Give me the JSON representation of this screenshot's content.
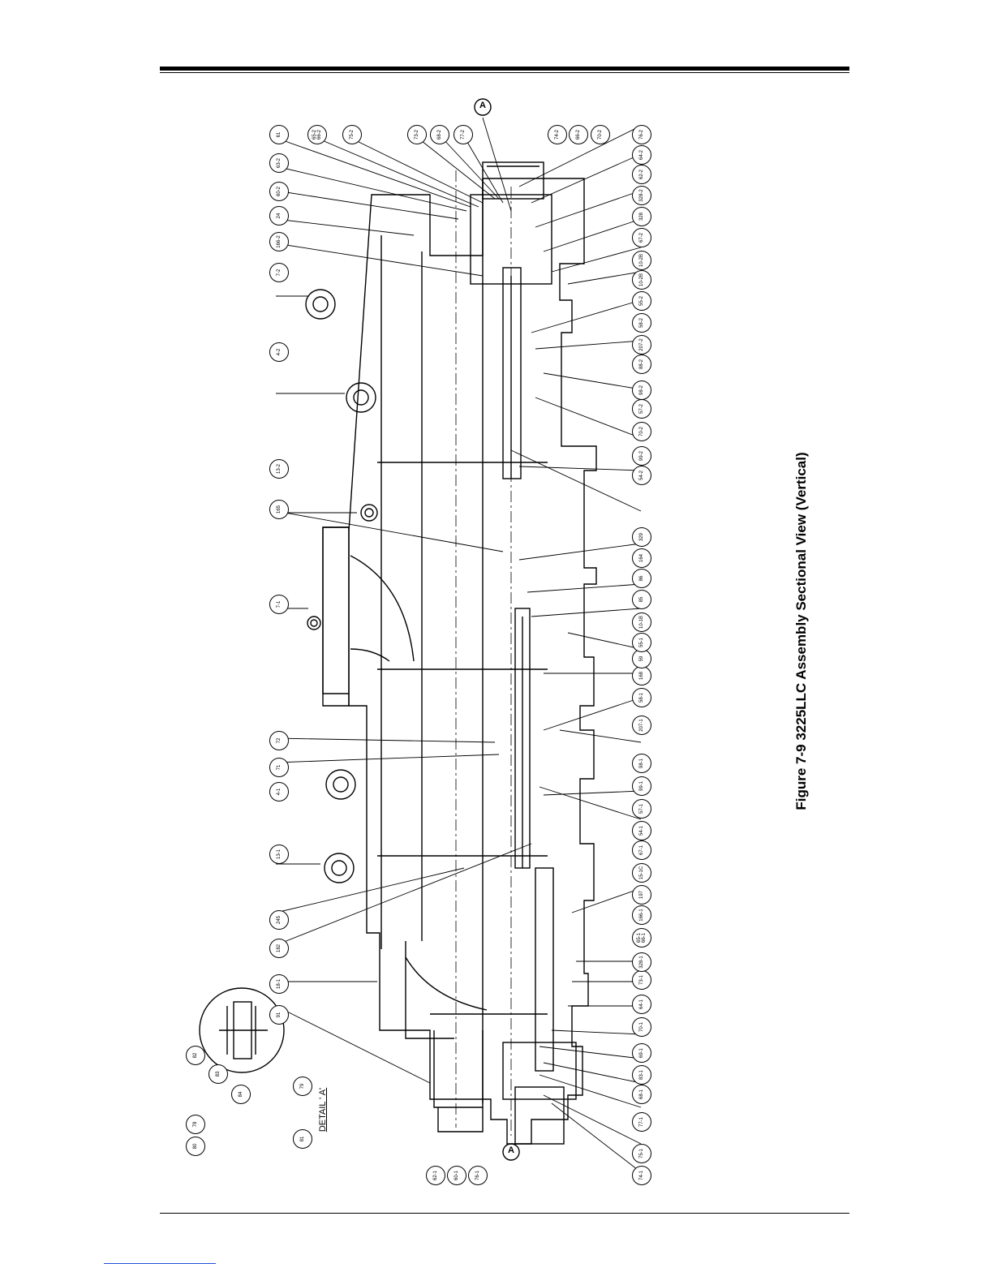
{
  "figure": {
    "caption": "Figure 7-9 3225LLC Assembly Sectional View (Vertical)",
    "detail_title": "DETAIL ' A'",
    "section_marks": [
      "A",
      "A"
    ],
    "detail_labels": [
      "82",
      "83",
      "84",
      "78",
      "80",
      "79",
      "81"
    ],
    "top_labels": [
      "91",
      "18-1",
      "182",
      "245",
      "13-1",
      "4-1",
      "71",
      "72",
      "7-1",
      "165",
      "13-2",
      "4-2",
      "7-2",
      "166-2",
      "24",
      "60-2",
      "63-2",
      "61",
      "65-2\n66-2",
      "75-2",
      "73-2",
      "68-2",
      "77-2"
    ],
    "bottom_labels": [
      "74-1",
      "75-1",
      "77-1",
      "68-1",
      "83-1",
      "69-1",
      "70-1",
      "64-1",
      "73-1",
      "328-1",
      "65-1\n66-1",
      "166-1",
      "197",
      "15-1C",
      "67-1",
      "54-1",
      "57-1",
      "99-1",
      "98-1",
      "207-1",
      "58-1",
      "168",
      "59",
      "55-1",
      "10-1B",
      "85",
      "86",
      "164",
      "329",
      "54-2",
      "99-2",
      "70-2",
      "57-2",
      "98-2",
      "88-2",
      "207-2",
      "58-2",
      "55-2",
      "10-2B",
      "10-2B",
      "67-2",
      "328",
      "328-2",
      "62-2",
      "64-2",
      "76-2",
      "70-2",
      "66-2",
      "74-2"
    ],
    "left_labels": [
      "62-1",
      "60-1",
      "76-1"
    ]
  }
}
